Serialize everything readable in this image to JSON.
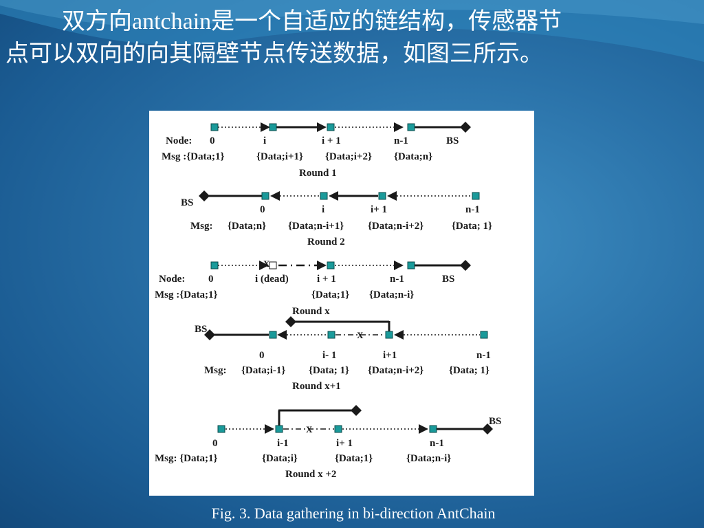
{
  "slide": {
    "paragraph": "双方向antchain是一个自适应的链结构，传感器节点可以双向的向其隔壁节点传送数据，如图三所示。",
    "caption": "Fig. 3. Data gathering in bi-direction AntChain"
  },
  "diagram": {
    "round1": {
      "node_label": "Node:",
      "nodes": [
        "0",
        "i",
        "i + 1",
        "n-1",
        "BS"
      ],
      "msg_label": "Msg :{Data;1}",
      "msgs": [
        "{Data;i+1}",
        "{Data;i+2}",
        "{Data;n}"
      ],
      "title": "Round 1"
    },
    "round2": {
      "bs": "BS",
      "nodes": [
        "0",
        "i",
        "i+ 1",
        "n-1"
      ],
      "msg_label": "Msg:",
      "msgs": [
        "{Data;n}",
        "{Data;n-i+1}",
        "{Data;n-i+2}",
        "{Data; 1}"
      ],
      "title": "Round 2"
    },
    "roundx": {
      "node_label": "Node:",
      "x_mark": "X",
      "nodes": [
        "0",
        "i (dead)",
        "i + 1",
        "n-1",
        "BS"
      ],
      "msg_label": "Msg :{Data;1}",
      "msgs": [
        "{Data;1}",
        "{Data;n-i}"
      ],
      "title": "Round x"
    },
    "roundx1": {
      "bs": "BS",
      "x_mark": "X",
      "nodes": [
        "0",
        "i- 1",
        "i+1",
        "n-1"
      ],
      "msg_label": "Msg:",
      "msgs": [
        "{Data;i-1}",
        "{Data; 1}",
        "{Data;n-i+2}",
        "{Data; 1}"
      ],
      "title": "Round x+1"
    },
    "roundx2": {
      "bs": "BS",
      "x_mark": "X",
      "nodes": [
        "0",
        "i-1",
        "i+ 1",
        "n-1"
      ],
      "msg_label": "Msg: {Data;1}",
      "msgs": [
        "{Data;i}",
        "{Data;1}",
        "{Data;n-i}"
      ],
      "title": "Round x +2"
    }
  },
  "colors": {
    "node_fill": "#1a9a9a",
    "line": "#1a1a1a"
  }
}
